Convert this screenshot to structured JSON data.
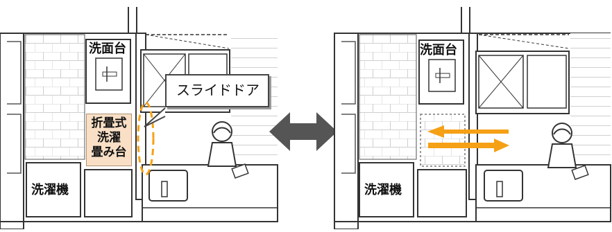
{
  "before": {
    "vanity_label": "洗面台",
    "folding_table_label": [
      "折畳式",
      "洗濯",
      "畳み台"
    ],
    "washer_label": "洗濯機",
    "callout_text": "スライドドア"
  },
  "after": {
    "vanity_label": "洗面台",
    "washer_label": "洗濯機"
  },
  "colors": {
    "arrow_orange": "#f5a015",
    "folding_fill": "#f8dfc6",
    "dashed_orange": "#f5a015",
    "double_arrow": "#555555",
    "line": "#333333"
  }
}
